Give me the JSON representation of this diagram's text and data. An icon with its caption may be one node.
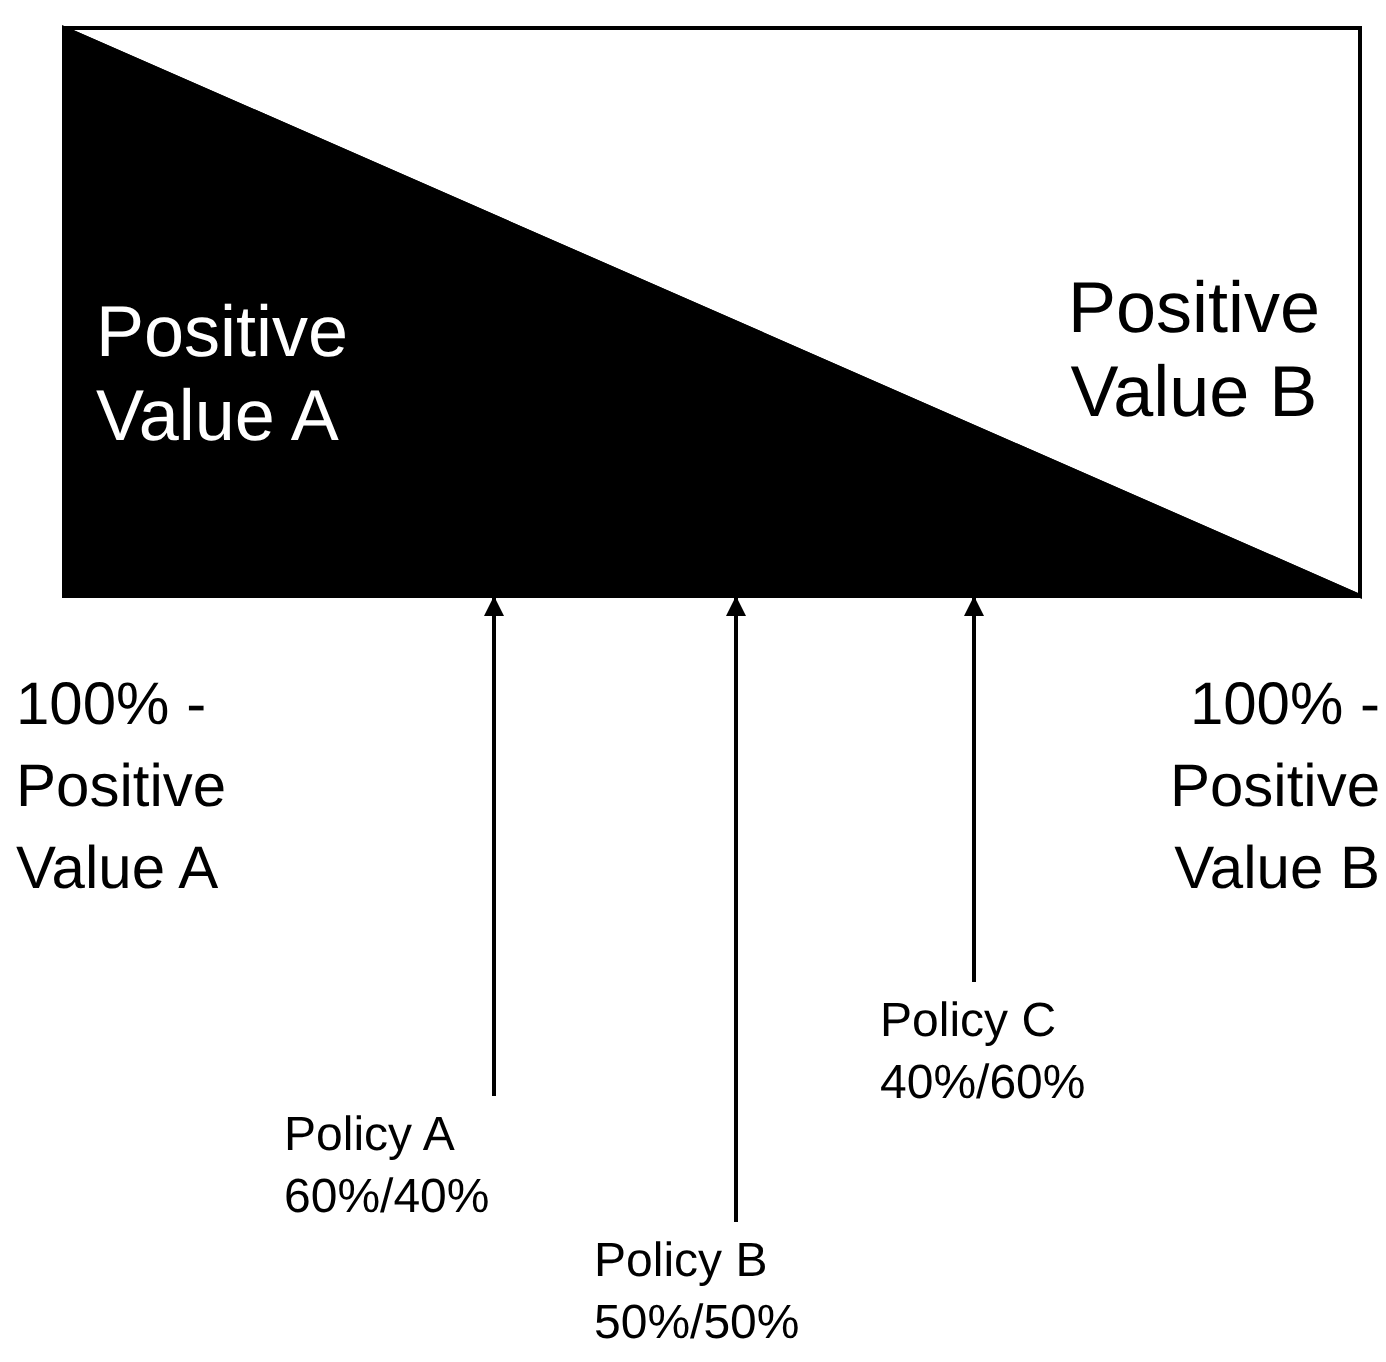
{
  "diagram": {
    "nodes": [
      {
        "text": [
          "Positive Value A"
        ]
      },
      {
        "text": [
          "Positive Value B"
        ]
      },
      {
        "text": [
          "Policy A 60%/40%"
        ]
      },
      {
        "text": [
          "Policy B 50%/50%"
        ]
      },
      {
        "text": [
          "Policy C 40%/60%"
        ]
      }
    ],
    "edges": [
      {
        "from": 2,
        "to": 0,
        "arrow": "to"
      },
      {
        "from": 3,
        "to": 0,
        "arrow": "to"
      },
      {
        "from": 4,
        "to": 0,
        "arrow": "to"
      }
    ],
    "labels": [
      "100% - Positive Value A",
      "100% - Positive Value B"
    ]
  }
}
